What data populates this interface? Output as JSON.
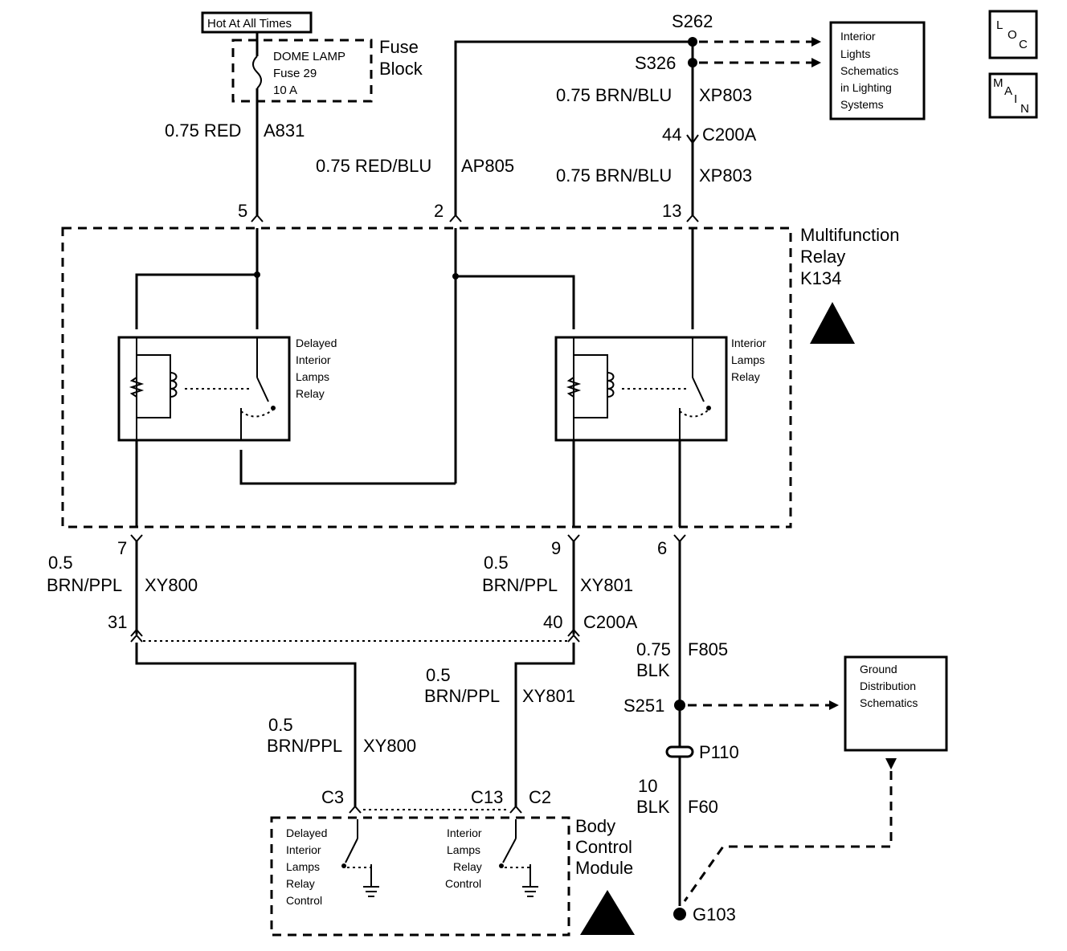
{
  "power_source": "Hot At All Times",
  "fuse_block": {
    "label_line1": "Fuse",
    "label_line2": "Block",
    "fuse_line1": "DOME LAMP",
    "fuse_line2": "Fuse 29",
    "fuse_line3": "10 A"
  },
  "wires": {
    "a831_gauge_color": "0.75 RED",
    "a831_circuit": "A831",
    "ap805_gauge_color": "0.75 RED/BLU",
    "ap805_circuit": "AP805",
    "xp803_upper_gauge_color": "0.75 BRN/BLU",
    "xp803_upper_circuit": "XP803",
    "xp803_lower_gauge_color": "0.75 BRN/BLU",
    "xp803_lower_circuit": "XP803",
    "xy800_upper_gauge": "0.5",
    "xy800_upper_color": "BRN/PPL",
    "xy800_upper_circuit": "XY800",
    "xy801_upper_gauge": "0.5",
    "xy801_upper_color": "BRN/PPL",
    "xy801_upper_circuit": "XY801",
    "xy801_lower_gauge": "0.5",
    "xy801_lower_color": "BRN/PPL",
    "xy801_lower_circuit": "XY801",
    "xy800_lower_gauge": "0.5",
    "xy800_lower_color": "BRN/PPL",
    "xy800_lower_circuit": "XY800",
    "f805_gauge": "0.75",
    "f805_color": "BLK",
    "f805_circuit": "F805",
    "f60_gauge": "10",
    "f60_color": "BLK",
    "f60_circuit": "F60"
  },
  "splices": {
    "s262": "S262",
    "s326": "S326",
    "s251": "S251"
  },
  "connectors": {
    "c200a_upper_pin": "44",
    "c200a_upper": "C200A",
    "c200a_lower_pin_left": "31",
    "c200a_lower_pin_right": "40",
    "c200a_lower": "C200A",
    "p110": "P110",
    "g103": "G103"
  },
  "relay_pins": {
    "p5": "5",
    "p2": "2",
    "p13": "13",
    "p7": "7",
    "p9": "9",
    "p6": "6"
  },
  "multifunction_relay": {
    "line1": "Multifunction",
    "line2": "Relay",
    "line3": "K134"
  },
  "delayed_relay": {
    "line1": "Delayed",
    "line2": "Interior",
    "line3": "Lamps",
    "line4": "Relay"
  },
  "interior_relay": {
    "line1": "Interior",
    "line2": "Lamps",
    "line3": "Relay"
  },
  "interior_lights_ref": {
    "line1": "Interior",
    "line2": "Lights",
    "line3": "Schematics",
    "line4": "in Lighting",
    "line5": "Systems"
  },
  "ground_ref": {
    "line1": "Ground",
    "line2": "Distribution",
    "line3": "Schematics"
  },
  "bcm": {
    "line1": "Body",
    "line2": "Control",
    "line3": "Module",
    "pin_c3": "C3",
    "pin_c13": "C13",
    "pin_c2": "C2",
    "delayed_ctrl": {
      "line1": "Delayed",
      "line2": "Interior",
      "line3": "Lamps",
      "line4": "Relay",
      "line5": "Control"
    },
    "interior_ctrl": {
      "line1": "Interior",
      "line2": "Lamps",
      "line3": "Relay",
      "line4": "Control"
    }
  },
  "nav": {
    "loc": [
      "L",
      "O",
      "C"
    ],
    "main": [
      "M",
      "A",
      "I",
      "N"
    ]
  }
}
